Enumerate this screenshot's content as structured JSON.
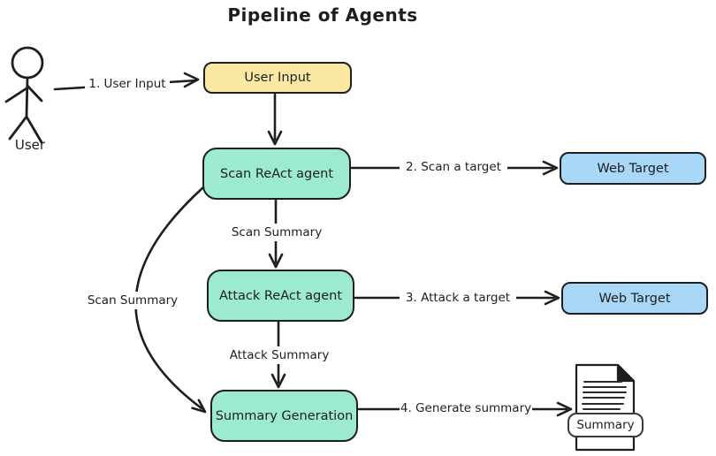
{
  "title": "Pipeline of Agents",
  "colors": {
    "stroke": "#1e1e1e",
    "node_yellow": "#fbe9a3",
    "node_green": "#9cebce",
    "node_blue": "#a8d7f8"
  },
  "actor": {
    "label": "User"
  },
  "nodes": {
    "user_input": {
      "label": "User Input",
      "fill": "#fbe9a3"
    },
    "scan_agent": {
      "label": "Scan ReAct agent",
      "fill": "#9cebce"
    },
    "attack_agent": {
      "label": "Attack ReAct agent",
      "fill": "#9cebce"
    },
    "summary_generation": {
      "label": "Summary Generation",
      "fill": "#9cebce"
    },
    "web_target_top": {
      "label": "Web Target",
      "fill": "#a8d7f8"
    },
    "web_target_bottom": {
      "label": "Web Target",
      "fill": "#a8d7f8"
    },
    "summary_document": {
      "label": "Summary"
    }
  },
  "edges": {
    "user_to_user_input": {
      "label": "1. User Input"
    },
    "scan_to_web_target": {
      "label": "2. Scan a target"
    },
    "scan_to_attack": {
      "label": "Scan Summary"
    },
    "attack_to_web_target": {
      "label": "3. Attack a target"
    },
    "attack_to_summary": {
      "label": "Attack Summary"
    },
    "summary_to_doc": {
      "label": "4. Generate summary"
    },
    "scan_to_summary_bypass": {
      "label": "Scan Summary"
    }
  }
}
